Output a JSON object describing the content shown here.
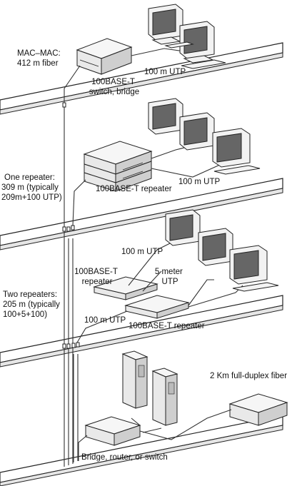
{
  "labels": {
    "mac_mac": [
      "MAC–MAC:",
      "412 m fiber"
    ],
    "switch_bridge": [
      "100BASE-T",
      "switch, bridge"
    ],
    "utp_top": "100 m UTP",
    "one_repeater": [
      "One repeater:",
      "309 m (typically",
      "209m+100 UTP)"
    ],
    "repeater_one": "100BASE-T repeater",
    "utp_second": "100 m UTP",
    "utp_third": "100 m UTP",
    "repeater_left": [
      "100BASE-T",
      "repeater"
    ],
    "five_meter": [
      "5 meter",
      "UTP"
    ],
    "two_repeaters": [
      "Two repeaters:",
      "205 m (typically",
      "100+5+100)"
    ],
    "utp_fourth": "100 m UTP",
    "repeater_right": "100BASE-T repeater",
    "full_duplex": "2 Km full-duplex fiber",
    "bridge_router": "Bridge, router, or switch"
  },
  "colors": {
    "line": "#222222",
    "screen": "#666666",
    "device": "#e9e9e9"
  },
  "icons": [
    "monitor-icon",
    "keyboard-icon",
    "hub-icon",
    "tower-server-icon"
  ]
}
